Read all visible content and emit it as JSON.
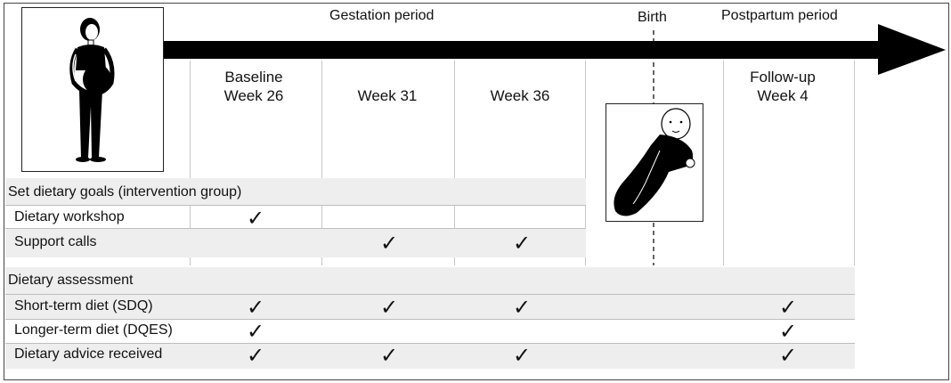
{
  "timeline": {
    "gestation_label": "Gestation period",
    "birth_label": "Birth",
    "postpartum_label": "Postpartum period"
  },
  "columns": [
    {
      "line1": "Baseline",
      "line2": "Week 26"
    },
    {
      "line1": "Week 31",
      "line2": ""
    },
    {
      "line1": "Week 36",
      "line2": ""
    },
    {
      "line1": "Follow-up",
      "line2": "Week 4"
    }
  ],
  "sections": [
    {
      "title": "Set dietary goals (intervention group)",
      "rows": [
        {
          "label": "Dietary workshop",
          "checks": [
            true,
            false,
            false,
            false
          ]
        },
        {
          "label": "Support calls",
          "checks": [
            false,
            true,
            true,
            false
          ]
        }
      ]
    },
    {
      "title": "Dietary assessment",
      "rows": [
        {
          "label": "Short-term diet (SDQ)",
          "checks": [
            true,
            true,
            true,
            true
          ]
        },
        {
          "label": "Longer-term diet (DQES)",
          "checks": [
            true,
            false,
            false,
            true
          ]
        },
        {
          "label": "Dietary advice received",
          "checks": [
            true,
            true,
            true,
            true
          ]
        }
      ]
    }
  ],
  "check_symbol": "✓",
  "images": {
    "pregnant_woman": "pregnant-woman-figure",
    "baby": "newborn-baby-figure"
  }
}
